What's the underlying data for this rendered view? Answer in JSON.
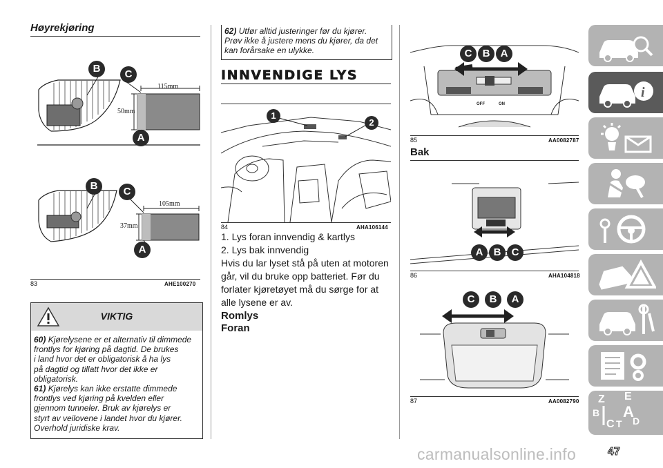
{
  "left": {
    "heading": "Høyrekjøring",
    "fig83": {
      "badges": [
        "B",
        "C",
        "A"
      ],
      "dim1": "115mm",
      "dim1v": "50mm",
      "dim2": "105mm",
      "dim2v": "37mm",
      "num": "83",
      "code": "AHE100270"
    },
    "warning": {
      "title": "VIKTIG",
      "n60": "60)",
      "lines60": [
        "Kjørelysene er et alternativ til dimmede",
        "frontlys for kjøring på dagtid. De brukes",
        "i land hvor det er obligatorisk å ha lys",
        "på dagtid og tillatt hvor det ikke er",
        "obligatorisk."
      ],
      "n61": "61)",
      "lines61": [
        "Kjørelys kan ikke erstatte dimmede",
        "frontlys ved kjøring på kvelden eller",
        "gjennom tunneler. Bruk av kjørelys er",
        "styrt av veilovene i landet hvor du kjører.",
        "Overhold juridiske krav."
      ]
    }
  },
  "middle": {
    "note": {
      "n62": "62)",
      "lines": [
        "Utfør alltid justeringer før du kjører.",
        "Prøv ikke å justere mens du kjører, da det",
        "kan forårsake en ulykke."
      ]
    },
    "section_title": "INNVENDIGE LYS",
    "fig84": {
      "num": "84",
      "code": "AHA106144",
      "badge1": "1",
      "badge2": "2"
    },
    "list": [
      "1. Lys foran innvendig & kartlys",
      "2. Lys bak innvendig"
    ],
    "para": [
      "Hvis du lar lyset stå på uten at motoren",
      "går, vil du bruke opp batteriet. Før du",
      "forlater kjøretøyet må du sørge for at",
      "alle lysene er av."
    ],
    "subhead1": "Romlys",
    "subhead2": "Foran"
  },
  "right": {
    "fig85": {
      "num": "85",
      "code": "AA0082787",
      "badges": [
        "C",
        "B",
        "A"
      ],
      "label_off": "OFF",
      "label_on": "ON"
    },
    "subhead": "Bak",
    "fig86": {
      "num": "86",
      "code": "AHA104818",
      "badges": [
        "A",
        "B",
        "C"
      ]
    },
    "fig87": {
      "num": "87",
      "code": "AA0082790",
      "badges": [
        "C",
        "B",
        "A"
      ]
    }
  },
  "sidebar": {
    "tabs": [
      "car-search-icon",
      "car-info-icon",
      "warning-lights-icon",
      "airbag-safety-icon",
      "key-steering-icon",
      "car-breakdown-icon",
      "car-maintenance-icon",
      "technical-data-icon",
      "index-icon"
    ],
    "active_index": 1,
    "index_letters": [
      "Z",
      "E",
      "B",
      "A",
      "C",
      "T",
      "D"
    ]
  },
  "page_number": "47",
  "watermark": "carmanualsonline.info"
}
